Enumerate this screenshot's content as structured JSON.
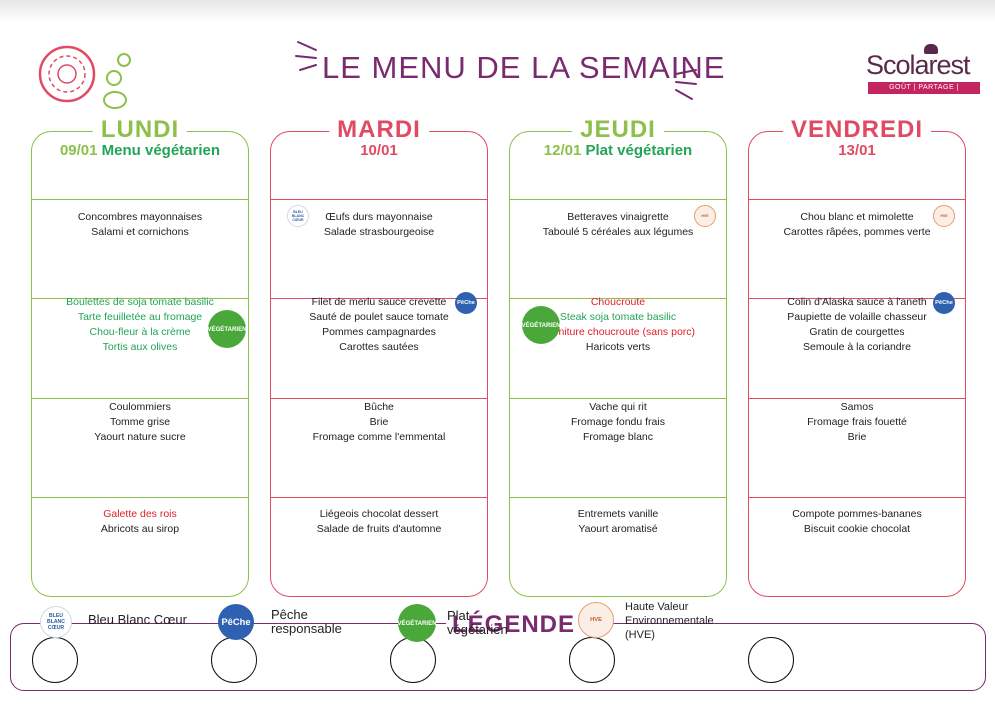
{
  "title": "LE MENU DE LA SEMAINE",
  "brand": {
    "name": "Scolarest",
    "tagline": "GOÛT | PARTAGE | PROXIMITÉ"
  },
  "colors": {
    "purple": "#7a2a6e",
    "green": "#8cc04a",
    "pink": "#e04a62",
    "veg_green": "#23a456",
    "red": "#e0202a"
  },
  "days": [
    {
      "name": "LUNDI",
      "date": "09/01",
      "tag": "Menu végétarien",
      "sections": [
        [
          {
            "t": "Concombres mayonnaises"
          },
          {
            "t": "Salami et cornichons"
          }
        ],
        [
          {
            "t": "Boulettes de soja tomate basilic",
            "style": "veg"
          },
          {
            "t": "Tarte feuilletée au fromage",
            "style": "veg"
          },
          {
            "t": "Chou-fleur à la crème",
            "style": "veg"
          },
          {
            "t": "Tortis aux olives",
            "style": "veg"
          }
        ],
        [
          {
            "t": "Coulommiers"
          },
          {
            "t": "Tomme grise"
          },
          {
            "t": "Yaourt nature sucre"
          }
        ],
        [
          {
            "t": "Galette des rois",
            "style": "red"
          },
          {
            "t": "Abricots au sirop"
          }
        ]
      ],
      "badges": [
        {
          "type": "veg",
          "label": "VÉGÉTARIEN",
          "section": 1
        }
      ]
    },
    {
      "name": "MARDI",
      "date": "10/01",
      "tag": "",
      "sections": [
        [
          {
            "t": "Œufs durs mayonnaise"
          },
          {
            "t": "Salade strasbourgeoise"
          }
        ],
        [
          {
            "t": "Filet de merlu sauce crevette"
          },
          {
            "t": "Sauté de poulet sauce tomate"
          },
          {
            "t": "Pommes campagnardes"
          },
          {
            "t": "Carottes sautées"
          }
        ],
        [
          {
            "t": "Bûche"
          },
          {
            "t": "Brie"
          },
          {
            "t": "Fromage comme l'emmental"
          }
        ],
        [
          {
            "t": "Liégeois chocolat dessert"
          },
          {
            "t": "Salade de fruits d'automne"
          }
        ]
      ],
      "badges": [
        {
          "type": "bbc",
          "label": "BLEU BLANC CŒUR",
          "section": 0
        },
        {
          "type": "peche",
          "label": "PêChe",
          "section": 1
        }
      ]
    },
    {
      "name": "JEUDI",
      "date": "12/01",
      "tag": "Plat végétarien",
      "sections": [
        [
          {
            "t": "Betteraves vinaigrette"
          },
          {
            "t": "Taboulé 5 céréales aux légumes"
          }
        ],
        [
          {
            "t": "Choucroute",
            "style": "red"
          },
          {
            "t": "Steak soja tomate basilic",
            "style": "veg"
          },
          {
            "t": "Garniture choucroute (sans porc)",
            "style": "red"
          },
          {
            "t": "Haricots verts"
          }
        ],
        [
          {
            "t": "Vache qui rit"
          },
          {
            "t": "Fromage fondu frais"
          },
          {
            "t": "Fromage blanc"
          }
        ],
        [
          {
            "t": "Entremets vanille"
          },
          {
            "t": "Yaourt aromatisé"
          }
        ]
      ],
      "badges": [
        {
          "type": "hve",
          "label": "HVE",
          "section": 0
        },
        {
          "type": "veg",
          "label": "VÉGÉTARIEN",
          "section": 1
        }
      ]
    },
    {
      "name": "VENDREDI",
      "date": "13/01",
      "tag": "",
      "sections": [
        [
          {
            "t": "Chou blanc et mimolette"
          },
          {
            "t": "Carottes râpées, pommes verte"
          }
        ],
        [
          {
            "t": "Colin d'Alaska sauce à l'aneth"
          },
          {
            "t": "Paupiette de volaille chasseur"
          },
          {
            "t": "Gratin de courgettes"
          },
          {
            "t": "Semoule à la coriandre"
          }
        ],
        [
          {
            "t": "Samos"
          },
          {
            "t": "Fromage frais fouetté"
          },
          {
            "t": "Brie"
          }
        ],
        [
          {
            "t": "Compote pommes-bananes"
          },
          {
            "t": "Biscuit cookie chocolat"
          }
        ]
      ],
      "badges": [
        {
          "type": "hve",
          "label": "HVE",
          "section": 0
        },
        {
          "type": "peche",
          "label": "PêChe",
          "section": 1
        }
      ]
    }
  ],
  "legend": {
    "title": "LÉGENDE",
    "items": [
      {
        "type": "bbc",
        "badge": "BLEU BLANC CŒUR",
        "label": "Bleu Blanc Cœur"
      },
      {
        "type": "peche",
        "badge": "PêChe",
        "label": "Pêche responsable"
      },
      {
        "type": "veg",
        "badge": "VÉGÉTARIEN",
        "label": "Plat végétarien"
      },
      {
        "type": "hve",
        "badge": "HVE",
        "label": "Haute Valeur Environnementale (HVE)"
      }
    ]
  }
}
